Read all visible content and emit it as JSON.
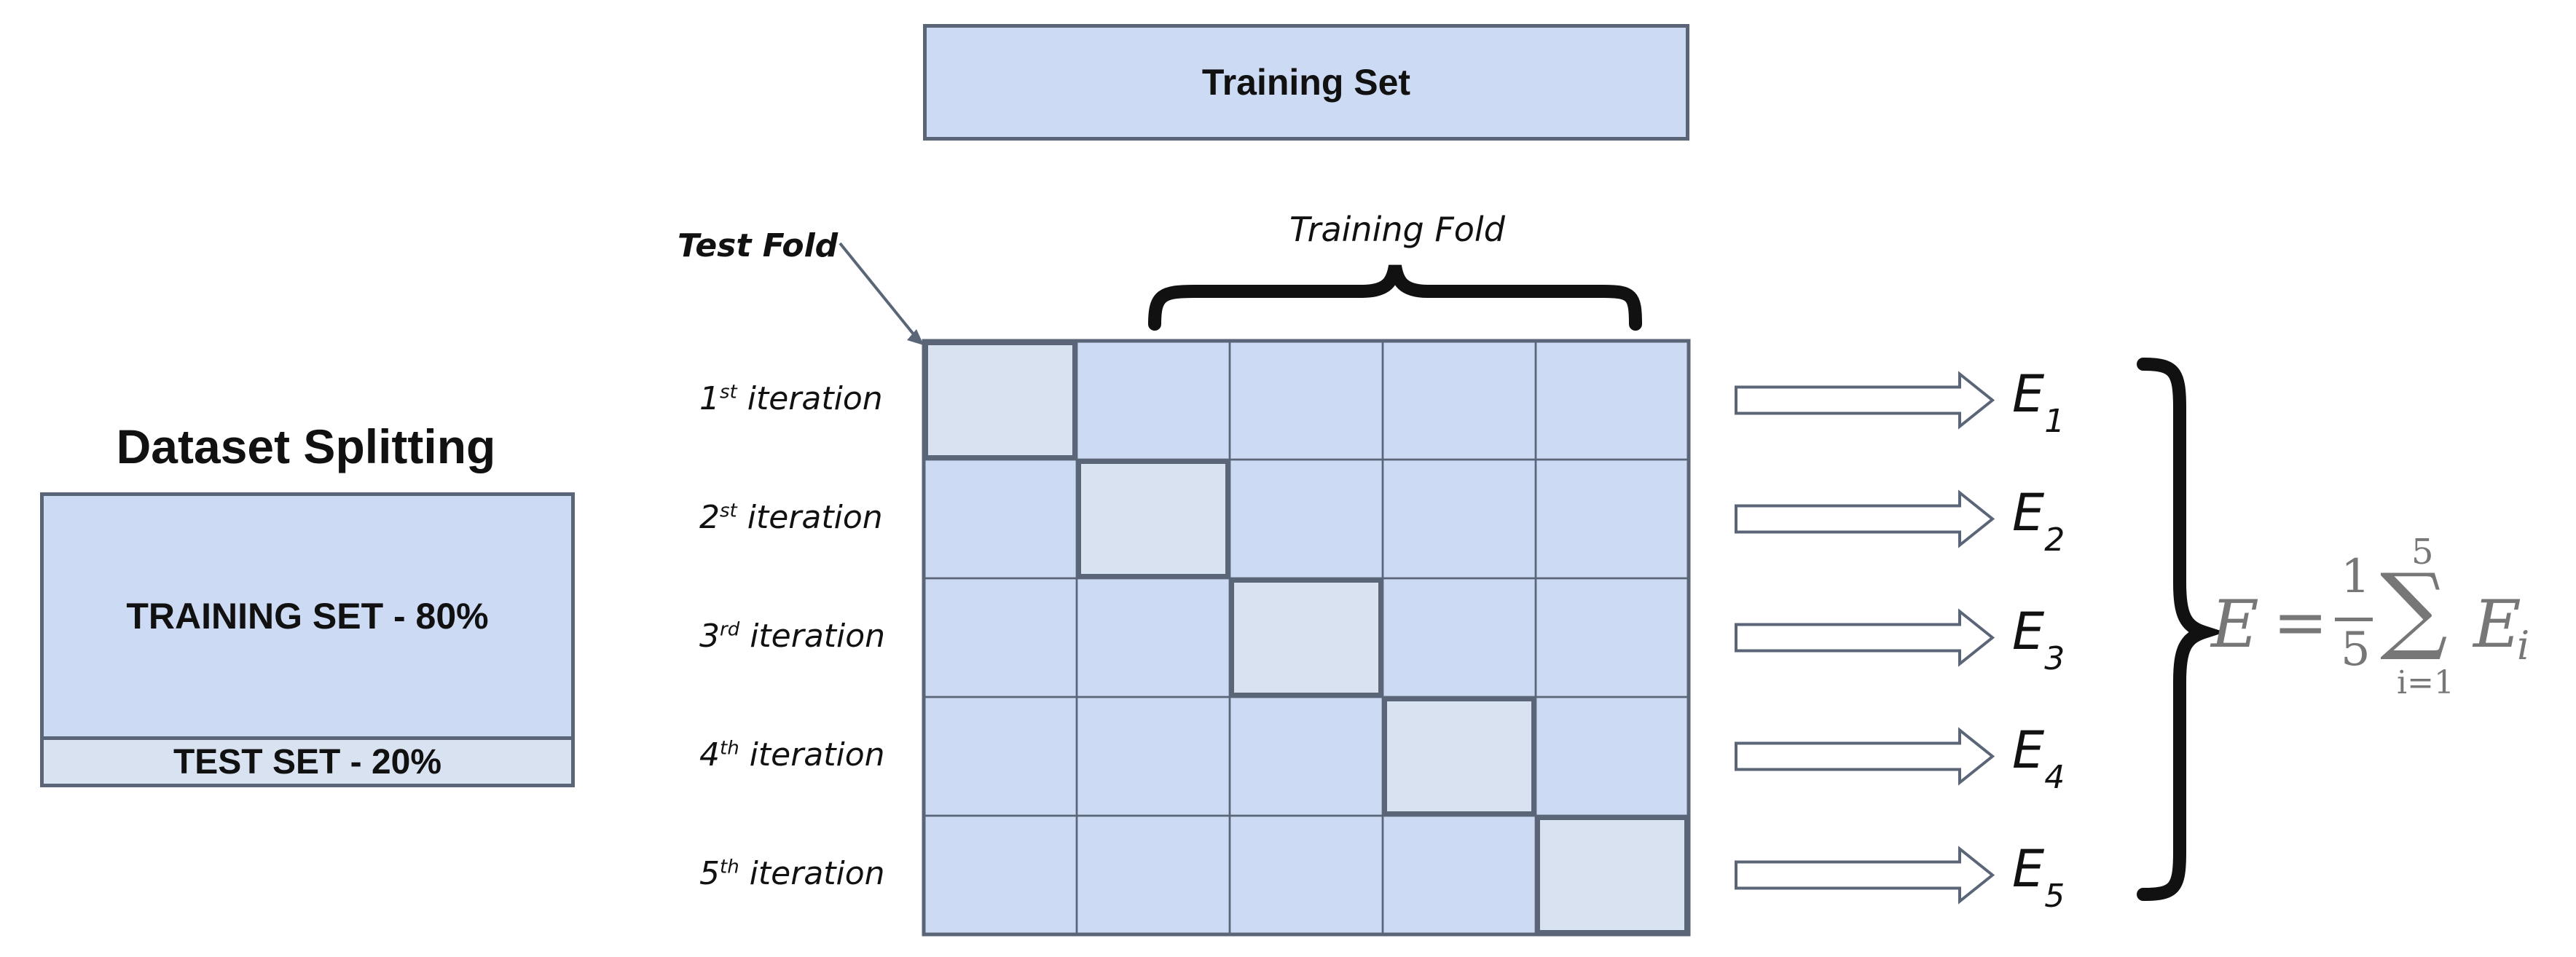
{
  "dataset": {
    "title": "Dataset Splitting",
    "training_label": "TRAINING SET - 80%",
    "test_label": "TEST SET - 20%"
  },
  "training_set_label": "Training Set",
  "test_fold_label": "Test Fold",
  "training_fold_label": "Training Fold",
  "iterations": [
    {
      "num": "1",
      "sup": "st",
      "word": " iteration"
    },
    {
      "num": "2",
      "sup": "st",
      "word": " iteration"
    },
    {
      "num": "3",
      "sup": "rd",
      "word": " iteration"
    },
    {
      "num": "4",
      "sup": "th",
      "word": " iteration"
    },
    {
      "num": "5",
      "sup": "th",
      "word": " iteration"
    }
  ],
  "errors": [
    {
      "letter": "E",
      "sub": "1"
    },
    {
      "letter": "E",
      "sub": "2"
    },
    {
      "letter": "E",
      "sub": "3"
    },
    {
      "letter": "E",
      "sub": "4"
    },
    {
      "letter": "E",
      "sub": "5"
    }
  ],
  "formula": {
    "lhs": "E",
    "equals": "=",
    "frac_num": "1",
    "frac_den": "5",
    "sigma": "∑",
    "sum_upper": "5",
    "sum_lower": "i=1",
    "term": "E",
    "term_sub": "i"
  },
  "colors": {
    "fold_fill": "#ccdaf3",
    "test_fold_fill": "#d8e2f0",
    "border": "#5a6678"
  }
}
